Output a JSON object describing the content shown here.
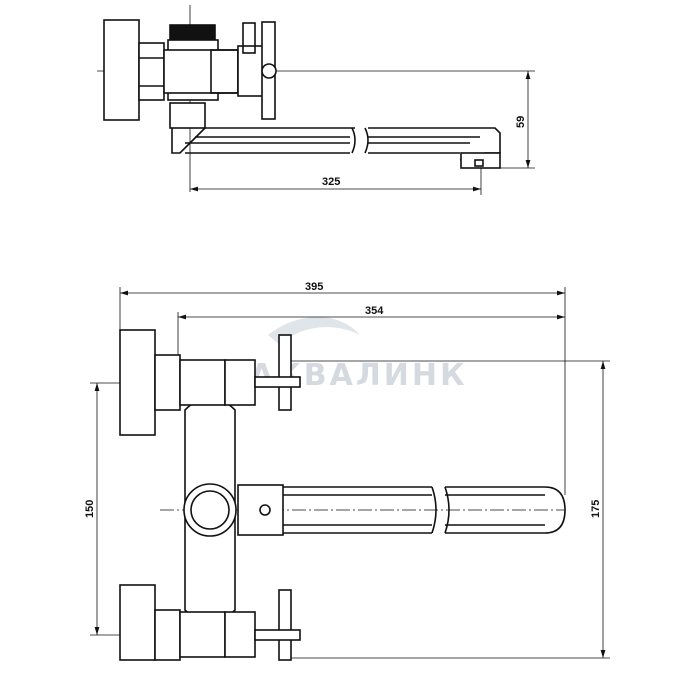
{
  "watermark": {
    "text": "АКВАЛИНК"
  },
  "top_view": {
    "dims": {
      "spout_length": "325",
      "height": "59"
    }
  },
  "front_view": {
    "dims": {
      "overall_width": "395",
      "spout_reach": "354",
      "inlet_spacing": "150",
      "overall_height": "175"
    }
  }
}
